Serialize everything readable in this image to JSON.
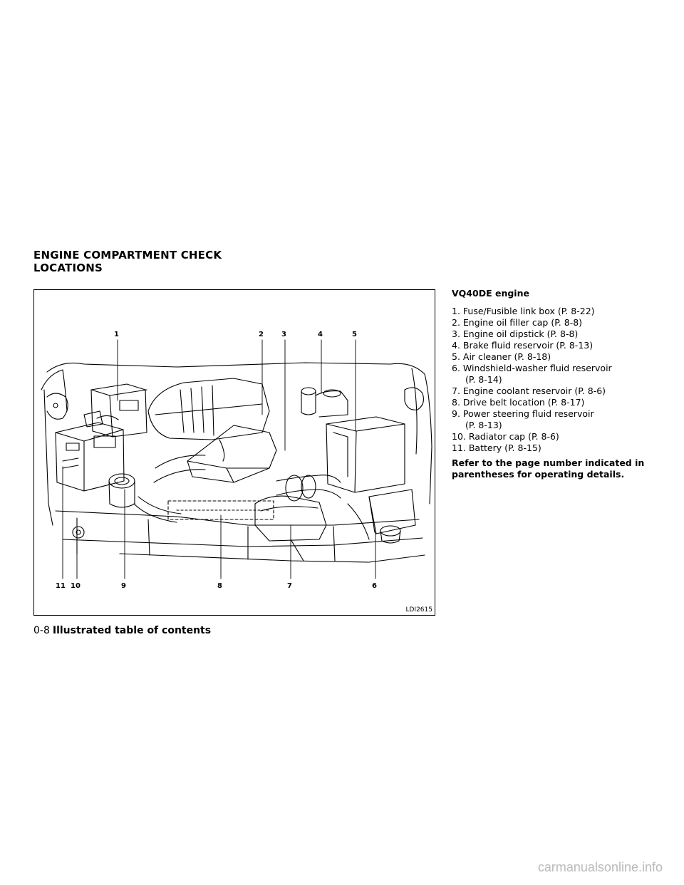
{
  "section": {
    "title_line1": "ENGINE COMPARTMENT CHECK",
    "title_line2": "LOCATIONS"
  },
  "figure": {
    "code": "LDI2615",
    "callouts": [
      "1",
      "2",
      "3",
      "4",
      "5",
      "6",
      "7",
      "8",
      "9",
      "10",
      "11"
    ]
  },
  "legend": {
    "caption": "VQ40DE engine",
    "items": [
      "1.  Fuse/Fusible link box (P. 8-22)",
      "2.  Engine oil filler cap (P. 8-8)",
      "3.  Engine oil dipstick (P. 8-8)",
      "4.  Brake fluid reservoir (P. 8-13)",
      "5.  Air cleaner (P. 8-18)",
      "6.  Windshield-washer fluid reservoir",
      "(P. 8-14)",
      "7.  Engine coolant reservoir (P. 8-6)",
      "8.  Drive belt location (P. 8-17)",
      "9.  Power steering fluid reservoir",
      "(P. 8-13)",
      "10. Radiator cap (P. 8-6)",
      "11.  Battery (P. 8-15)"
    ],
    "note": "Refer to the page number indicated in parentheses for operating details."
  },
  "footer": {
    "page_number": "0-8",
    "title": "Illustrated table of contents"
  },
  "watermark": "carmanualsonline.info"
}
